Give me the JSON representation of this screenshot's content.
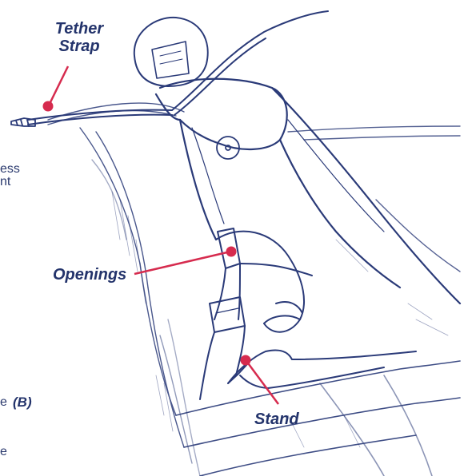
{
  "labels": {
    "tether_strap_line1": "Tether",
    "tether_strap_line2": "Strap",
    "openings": "Openings",
    "stand": "Stand"
  },
  "text_fragments": {
    "f1": "ess",
    "f2": "nt",
    "f3": "e",
    "f4": "(B)",
    "f5": "e"
  },
  "colors": {
    "ink": "#2a3a78",
    "callout_line": "#d62b4e",
    "callout_dot": "#d62b4e",
    "label_text": "#23336b"
  }
}
